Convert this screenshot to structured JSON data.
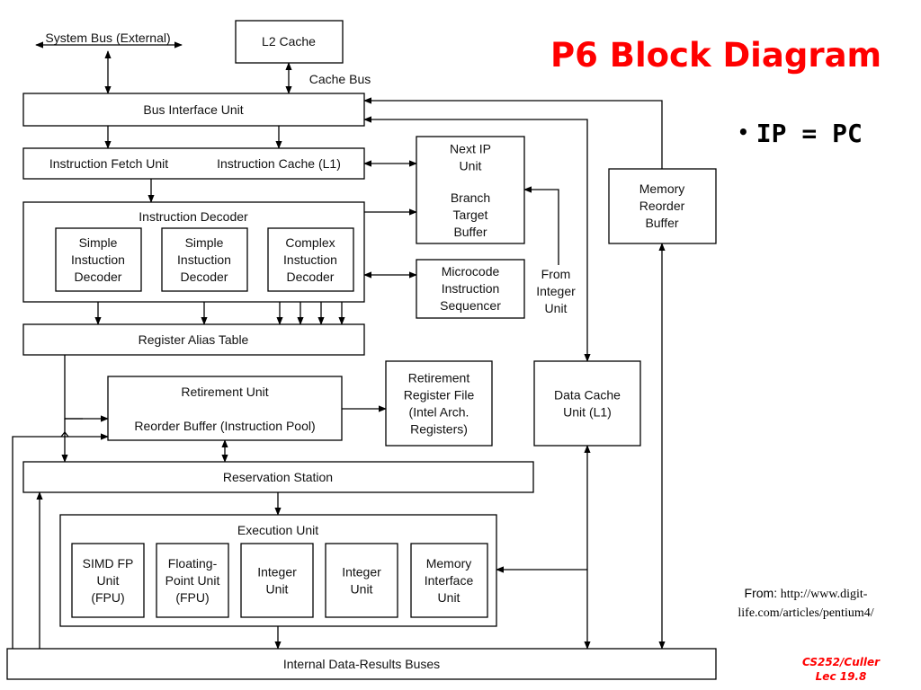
{
  "title": "P6 Block Diagram",
  "bullets": [
    "IP = PC"
  ],
  "source": {
    "label": "From:",
    "url_line1": "http://www.digit-",
    "url_line2": "life.com/articles/pentium4/"
  },
  "footer": {
    "line1": "CS252/Culler",
    "line2": "Lec 19.8"
  },
  "colors": {
    "title": "#ff0000",
    "footer": "#ff0000",
    "lines": "#000000"
  },
  "diagram": {
    "system_bus": "System Bus (External)",
    "l2_cache": "L2 Cache",
    "cache_bus": "Cache Bus",
    "bus_interface_unit": "Bus Interface Unit",
    "instruction_fetch_unit": "Instruction Fetch Unit",
    "instruction_cache": "Instruction Cache (L1)",
    "next_ip_unit": [
      "Next IP",
      "Unit"
    ],
    "branch_target_buffer": [
      "Branch",
      "Target",
      "Buffer"
    ],
    "memory_reorder_buffer": [
      "Memory",
      "Reorder",
      "Buffer"
    ],
    "instruction_decoder": "Instruction Decoder",
    "simple_decoder": [
      "Simple",
      "Instuction",
      "Decoder"
    ],
    "complex_decoder": [
      "Complex",
      "Instuction",
      "Decoder"
    ],
    "microcode_sequencer": [
      "Microcode",
      "Instruction",
      "Sequencer"
    ],
    "from_integer_unit": [
      "From",
      "Integer",
      "Unit"
    ],
    "register_alias_table": "Register Alias Table",
    "retirement_unit": "Retirement Unit",
    "reorder_buffer": "Reorder Buffer (Instruction Pool)",
    "retirement_register_file": [
      "Retirement",
      "Register File",
      "(Intel Arch.",
      "Registers)"
    ],
    "data_cache_unit": [
      "Data Cache",
      "Unit (L1)"
    ],
    "reservation_station": "Reservation Station",
    "execution_unit": "Execution Unit",
    "simd_fp_unit": [
      "SIMD FP",
      "Unit",
      "(FPU)"
    ],
    "floating_point_unit": [
      "Floating-",
      "Point Unit",
      "(FPU)"
    ],
    "integer_unit": [
      "Integer",
      "Unit"
    ],
    "memory_interface_unit": [
      "Memory",
      "Interface",
      "Unit"
    ],
    "internal_buses": "Internal Data-Results Buses"
  }
}
